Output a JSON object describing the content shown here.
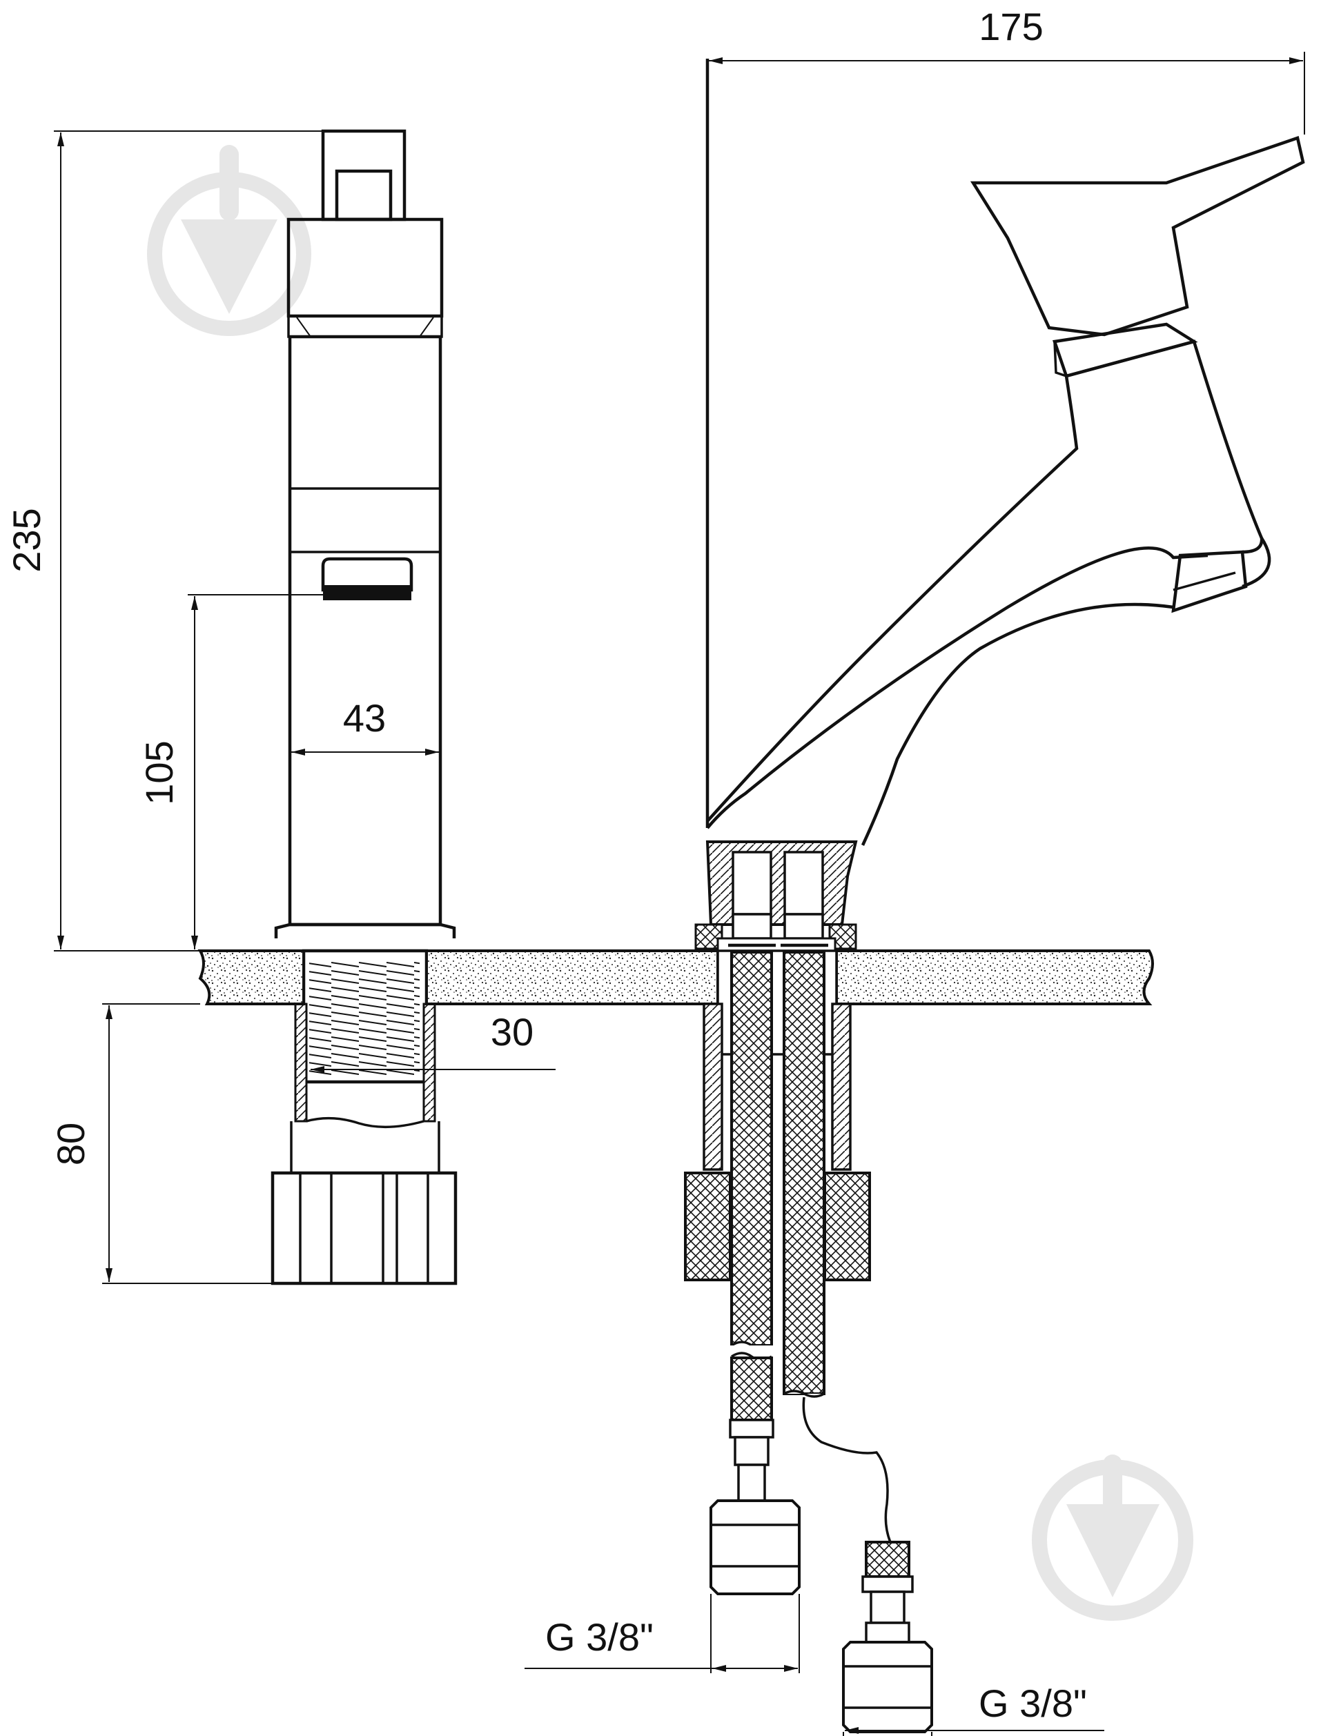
{
  "dimensions": {
    "total_width": "175",
    "total_height": "235",
    "spout_height": "105",
    "body_diameter": "43",
    "thread_diameter": "30",
    "thread_length": "80",
    "inlet_left": "G 3/8\"",
    "inlet_right": "G 3/8\""
  },
  "watermark": {
    "icon": "download-arrow-icon",
    "color": "#e6e6e6"
  },
  "colors": {
    "line": "#111111",
    "background": "#ffffff"
  }
}
